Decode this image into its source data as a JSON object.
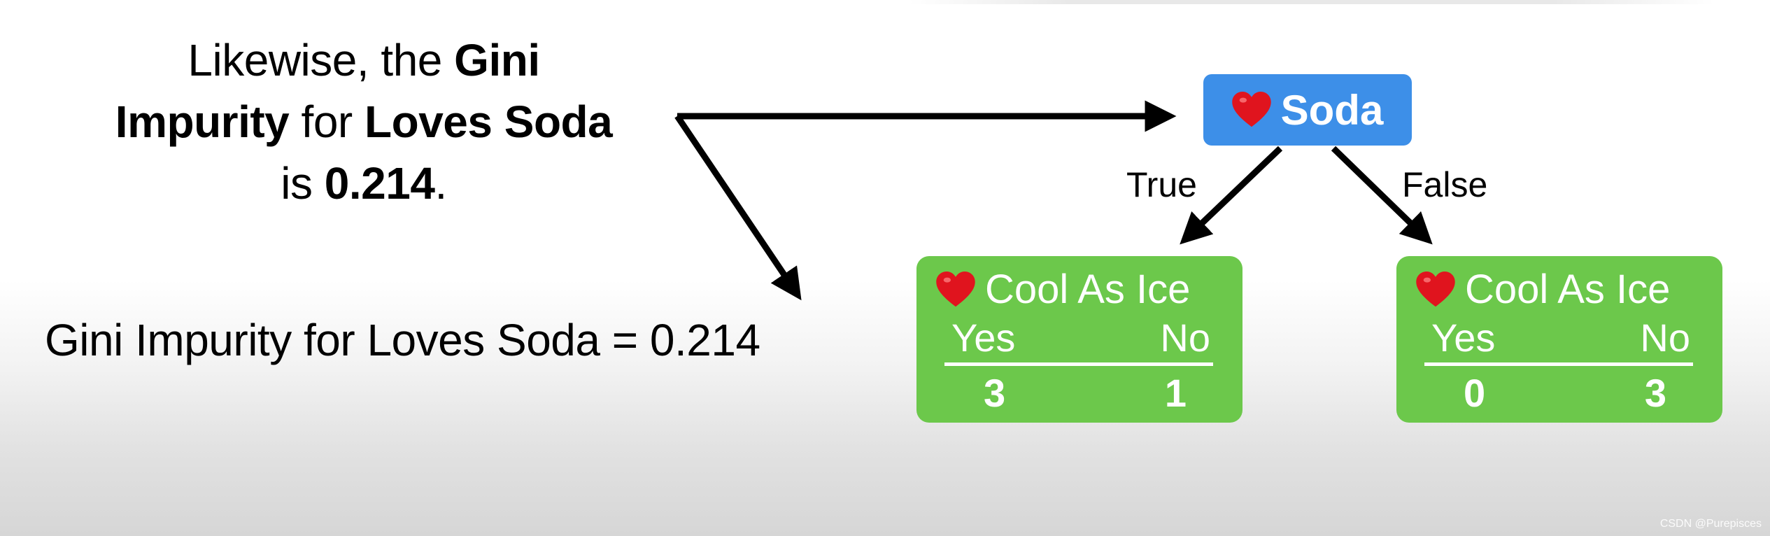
{
  "explanation": {
    "line1_prefix": "Likewise, the ",
    "line1_bold": "Gini",
    "line2_bold1": "Impurity",
    "line2_mid": " for ",
    "line2_bold2": "Loves Soda",
    "line3_prefix": "is ",
    "line3_bold": "0.214",
    "line3_suffix": "."
  },
  "formula": "Gini Impurity for Loves Soda = 0.214",
  "tree": {
    "root_label": "Soda",
    "true_label": "True",
    "false_label": "False",
    "leaves": [
      {
        "title": "Cool As Ice",
        "yes_label": "Yes",
        "no_label": "No",
        "yes_count": "3",
        "no_count": "1"
      },
      {
        "title": "Cool As Ice",
        "yes_label": "Yes",
        "no_label": "No",
        "yes_count": "0",
        "no_count": "3"
      }
    ]
  },
  "colors": {
    "root_fill": "#3d8fe8",
    "leaf_fill": "#6cc84b",
    "heart": "#e0141e",
    "arrow": "#000000"
  },
  "icons": {
    "root_icon": "heart-icon",
    "leaf_icon": "heart-icon"
  },
  "watermark": "CSDN @Purepisces"
}
